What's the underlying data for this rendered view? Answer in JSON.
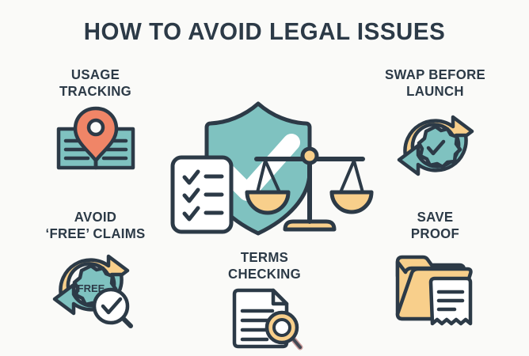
{
  "page": {
    "title": "HOW TO AVOID LEGAL ISSUES",
    "background_color": "#fafaf8",
    "text_color": "#2c3a47"
  },
  "palette": {
    "outline": "#2c3a47",
    "teal": "#7fc2c0",
    "teal_dark": "#69b0ae",
    "yellow": "#f8cf8b",
    "coral": "#f08567",
    "white": "#ffffff",
    "background": "#fafaf8"
  },
  "center": {
    "name": "legal-shield-scales-illustration",
    "elements": [
      {
        "name": "shield",
        "color": "#7fc2c0"
      },
      {
        "name": "checkmark",
        "color": "#ffffff"
      },
      {
        "name": "checklist-clipboard",
        "color": "#ffffff",
        "check_rows": 3
      },
      {
        "name": "scales-of-justice",
        "color": "#f8cf8b"
      }
    ]
  },
  "items": [
    {
      "id": "usage",
      "label": "USAGE\nTRACKING",
      "icon": "map-pin-over-book-icon",
      "icon_colors": {
        "pin": "#f08567",
        "book": "#7fc2c0"
      }
    },
    {
      "id": "swap",
      "label": "SWAP BEFORE\nLAUNCH",
      "icon": "circular-arrows-badge-check-icon",
      "icon_colors": {
        "arrow_top": "#f8cf8b",
        "arrow_bottom": "#7fc2c0",
        "badge": "#7fc2c0"
      }
    },
    {
      "id": "avoid",
      "label": "AVOID\n‘FREE’ CLAIMS",
      "icon": "free-badge-magnifier-icon",
      "badge_text": "FREE",
      "icon_colors": {
        "arrow_top": "#f8cf8b",
        "arrow_bottom": "#7fc2c0",
        "badge": "#7fc2c0",
        "magnifier": "#ffffff"
      }
    },
    {
      "id": "terms",
      "label": "TERMS\nCHECKING",
      "icon": "document-magnifier-icon",
      "icon_colors": {
        "document": "#ffffff",
        "magnifier": "#f8cf8b"
      },
      "document_lines": 4
    },
    {
      "id": "save",
      "label": "SAVE\nPROOF",
      "icon": "folder-receipt-icon",
      "icon_colors": {
        "folder": "#f8cf8b",
        "receipt": "#ffffff"
      },
      "receipt_lines": 3
    }
  ]
}
